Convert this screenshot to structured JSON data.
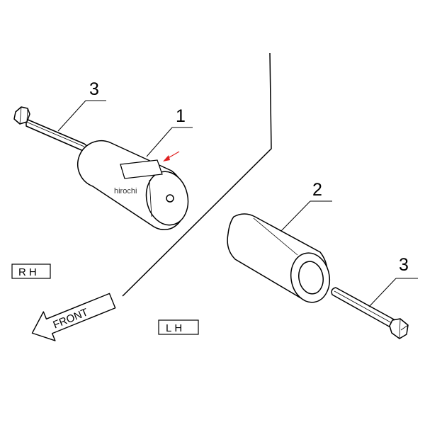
{
  "callouts": {
    "part_1": "1",
    "part_2": "2",
    "part_3_top": "3",
    "part_3_bottom": "3"
  },
  "side_labels": {
    "rh": "RH",
    "lh": "LH"
  },
  "direction_label": "FRONT",
  "watermark": "hirochi",
  "colors": {
    "line": "#000000",
    "indicator_arrow": "#e02020"
  }
}
